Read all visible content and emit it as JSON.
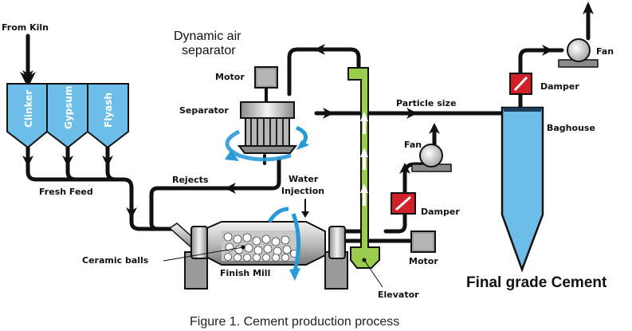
{
  "diagram": {
    "caption": "Figure 1. Cement production process",
    "final_label": "Final grade Cement",
    "separator_title_line1": "Dynamic air",
    "separator_title_line2": "separator",
    "labels": {
      "from_kiln": "From Kiln",
      "fresh_feed": "Fresh Feed",
      "rejects": "Rejects",
      "water_line1": "Water",
      "water_line2": "Injection",
      "ceramic_balls": "Ceramic balls",
      "finish_mill": "Finish Mill",
      "motor_top": "Motor",
      "separator": "Separator",
      "particle_size": "Particle size",
      "fan_mid": "Fan",
      "damper_mid": "Damper",
      "motor_bottom": "Motor",
      "elevator": "Elevator",
      "fan_top": "Fan",
      "damper_top": "Damper",
      "baghouse": "Baghouse"
    },
    "hoppers": [
      "Clinker",
      "Gypsum",
      "Flyash"
    ],
    "colors": {
      "hopper_blue": "#6dbde9",
      "elevator_green": "#9acd4c",
      "damper_red": "#d0202a",
      "rotation_blue": "#2a9ad6",
      "line": "#111111",
      "metal_gray": "#9a9a9a"
    }
  }
}
